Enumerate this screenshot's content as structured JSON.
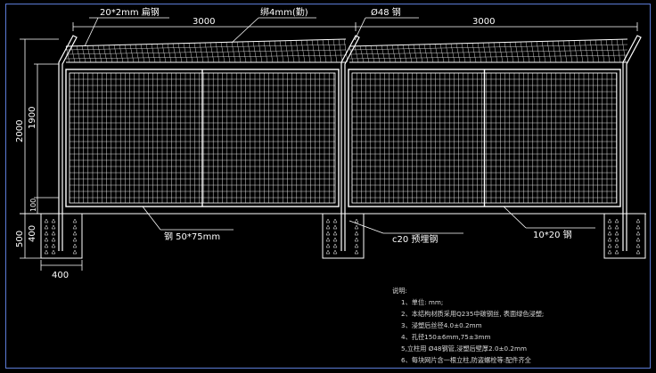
{
  "colors": {
    "background": "#000000",
    "line": "#ffffff",
    "frame": "#5b7bd6"
  },
  "labels": {
    "top_left_bar": "20*2mm 扁钢",
    "top_wire": "绑4mm(勤)",
    "top_post": "Ø48 钢",
    "span_left": "3000",
    "span_right": "3000",
    "dim_2000": "2000",
    "dim_1900": "1900",
    "dim_100": "100",
    "dim_400": "400",
    "dim_500": "500",
    "dim_400_bottom": "400",
    "mesh_label": "钢 50*75mm",
    "base_label": "c20 预埋钢",
    "frame_label": "10*20 钢"
  },
  "notes": {
    "title": "说明:",
    "items": [
      "1、单位: mm;",
      "2、本结构材质采用Q235中碳钢丝, 表面绿色浸塑;",
      "3、浸塑后丝径4.0±0.2mm",
      "4、孔径150±6mm,75±3mm",
      "5,立柱用 Ø48钢管,浸塑后壁厚2.0±0.2mm",
      "6、每块网片含一根立柱,防盗螺栓等:配件齐全"
    ]
  }
}
